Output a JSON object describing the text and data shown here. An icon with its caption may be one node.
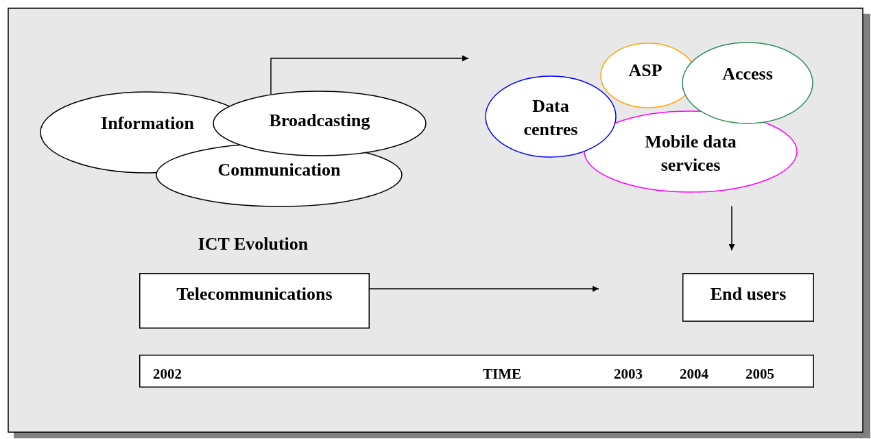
{
  "diagram": {
    "nodes": [
      {
        "text": [
          "Information"
        ]
      },
      {
        "text": [
          "Broadcasting"
        ]
      },
      {
        "text": [
          "Communication"
        ]
      },
      {
        "text": [
          "Data centres"
        ]
      },
      {
        "text": [
          "ASP"
        ]
      },
      {
        "text": [
          "Access"
        ]
      },
      {
        "text": [
          "Mobile data services"
        ]
      },
      {
        "text": [
          "Telecommunications"
        ]
      },
      {
        "text": [
          "End users"
        ]
      },
      {
        "text": [
          "2002",
          "TIME",
          "2003",
          "2004",
          "2005"
        ]
      }
    ],
    "edges": [
      {
        "from": 1,
        "to": null,
        "arrow": "to"
      },
      {
        "from": 6,
        "to": 8,
        "arrow": "to"
      },
      {
        "from": 7,
        "to": null,
        "arrow": "to"
      }
    ],
    "labels": [
      "ICT Evolution"
    ]
  }
}
